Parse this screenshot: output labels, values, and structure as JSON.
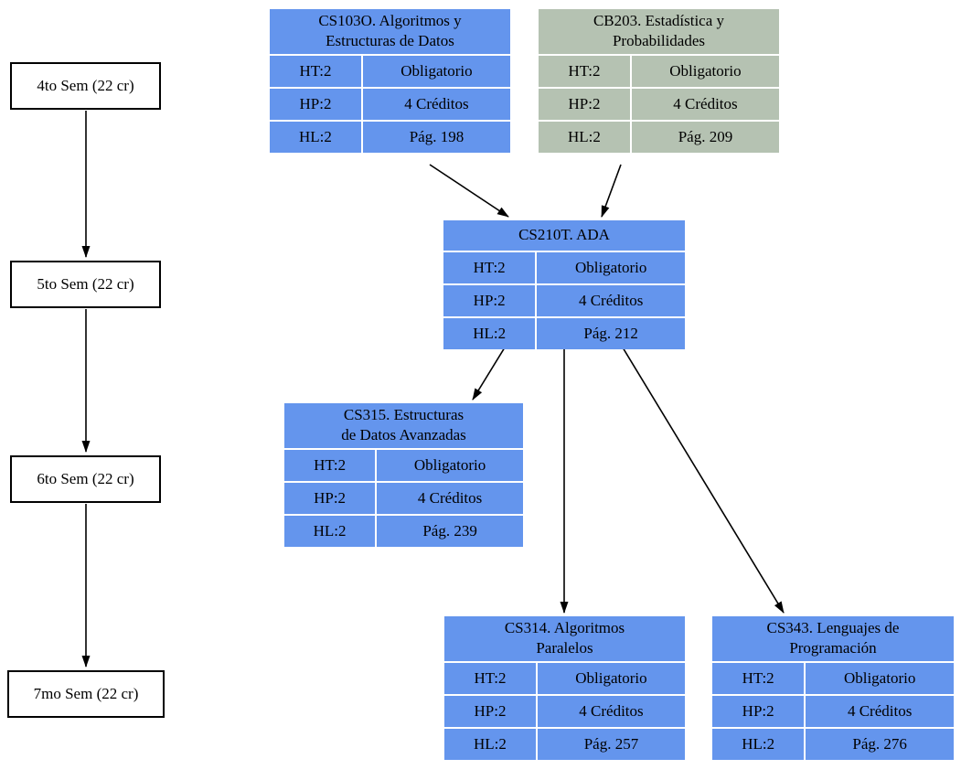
{
  "semesters": [
    {
      "label": "4to Sem (22 cr)"
    },
    {
      "label": "5to Sem (22 cr)"
    },
    {
      "label": "6to Sem (22 cr)"
    },
    {
      "label": "7mo Sem (22 cr)"
    }
  ],
  "courses": [
    {
      "id": "CS103O",
      "title": "CS103O. Algoritmos y\nEstructuras de Datos",
      "color": "#6495ED",
      "rows": [
        [
          "HT:2",
          "Obligatorio"
        ],
        [
          "HP:2",
          "4 Créditos"
        ],
        [
          "HL:2",
          "Pág. 198"
        ]
      ]
    },
    {
      "id": "CB203",
      "title": "CB203. Estadística y\nProbabilidades",
      "color": "#b5c2b2",
      "rows": [
        [
          "HT:2",
          "Obligatorio"
        ],
        [
          "HP:2",
          "4 Créditos"
        ],
        [
          "HL:2",
          "Pág. 209"
        ]
      ]
    },
    {
      "id": "CS210T",
      "title": "CS210T. ADA",
      "color": "#6495ED",
      "rows": [
        [
          "HT:2",
          "Obligatorio"
        ],
        [
          "HP:2",
          "4 Créditos"
        ],
        [
          "HL:2",
          "Pág. 212"
        ]
      ]
    },
    {
      "id": "CS315",
      "title": "CS315. Estructuras\nde Datos Avanzadas",
      "color": "#6495ED",
      "rows": [
        [
          "HT:2",
          "Obligatorio"
        ],
        [
          "HP:2",
          "4 Créditos"
        ],
        [
          "HL:2",
          "Pág. 239"
        ]
      ]
    },
    {
      "id": "CS314",
      "title": "CS314. Algoritmos\nParalelos",
      "color": "#6495ED",
      "rows": [
        [
          "HT:2",
          "Obligatorio"
        ],
        [
          "HP:2",
          "4 Créditos"
        ],
        [
          "HL:2",
          "Pág. 257"
        ]
      ]
    },
    {
      "id": "CS343",
      "title": "CS343. Lenguajes de\nProgramación",
      "color": "#6495ED",
      "rows": [
        [
          "HT:2",
          "Obligatorio"
        ],
        [
          "HP:2",
          "4 Créditos"
        ],
        [
          "HL:2",
          "Pág. 276"
        ]
      ]
    }
  ],
  "colors": {
    "course_blue": "#6495ED",
    "course_green": "#b5c2b2",
    "edge": "#000000"
  }
}
